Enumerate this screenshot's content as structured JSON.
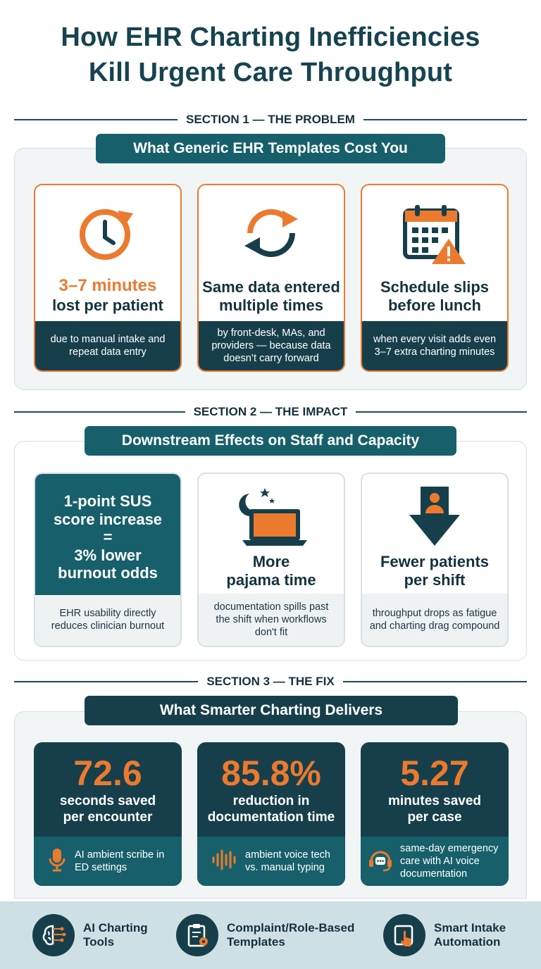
{
  "title": {
    "line1": "How EHR Charting Inefficiencies",
    "line2": "Kill Urgent Care Throughput"
  },
  "colors": {
    "navy": "#163f4b",
    "teal": "#17606b",
    "orange": "#ec7a2e",
    "panel_gray": "#f1f5f6"
  },
  "section1": {
    "heading": "SECTION 1 — THE PROBLEM",
    "banner": "What Generic EHR Templates Cost You",
    "cards": [
      {
        "icon": "clock-refresh-icon",
        "highlight": "3–7 minutes",
        "headline": "lost per patient",
        "detail": "due to manual intake and repeat data entry"
      },
      {
        "icon": "cycle-arrows-icon",
        "headline_line1": "Same data entered",
        "headline_line2": "multiple times",
        "detail": "by front-desk, MAs, and providers — because data doesn’t carry forward"
      },
      {
        "icon": "calendar-warning-icon",
        "headline_line1": "Schedule slips",
        "headline_line2": "before lunch",
        "detail": "when every visit adds even 3–7 extra charting minutes"
      }
    ]
  },
  "section2": {
    "heading": "SECTION 2 — THE IMPACT",
    "banner": "Downstream Effects on Staff and Capacity",
    "cards": [
      {
        "line1": "1-point SUS",
        "line2": "score increase",
        "line3": "=",
        "line4": "3% lower",
        "line5": "burnout odds",
        "detail": "EHR usability directly reduces clinician burnout"
      },
      {
        "icon": "laptop-moon-icon",
        "headline_line1": "More",
        "headline_line2": "pajama time",
        "detail": "documentation spills past the shift when workflows don't fit"
      },
      {
        "icon": "down-arrow-person-icon",
        "headline_line1": "Fewer patients",
        "headline_line2": "per shift",
        "detail": "throughput drops as fatigue and charting drag compound"
      }
    ]
  },
  "section3": {
    "heading": "SECTION 3 — THE FIX",
    "banner": "What Smarter Charting Delivers",
    "cards": [
      {
        "value": "72.6",
        "label_line1": "seconds saved",
        "label_line2": "per encounter",
        "icon": "microphone-icon",
        "detail": "AI ambient scribe in ED settings"
      },
      {
        "value": "85.8%",
        "label_line1": "reduction in",
        "label_line2": "documentation time",
        "icon": "soundwave-icon",
        "detail": "ambient voice tech vs. manual typing"
      },
      {
        "value": "5.27",
        "label_line1": "minutes saved",
        "label_line2": "per case",
        "icon": "headset-chat-icon",
        "detail": "same-day emergency care with AI voice documentation"
      }
    ]
  },
  "tools": [
    {
      "icon": "brain-circuit-icon",
      "line1": "AI Charting",
      "line2": "Tools"
    },
    {
      "icon": "clipboard-gear-icon",
      "line1": "Complaint/Role-Based",
      "line2": "Templates"
    },
    {
      "icon": "tablet-touch-icon",
      "line1": "Smart Intake",
      "line2": "Automation"
    }
  ]
}
